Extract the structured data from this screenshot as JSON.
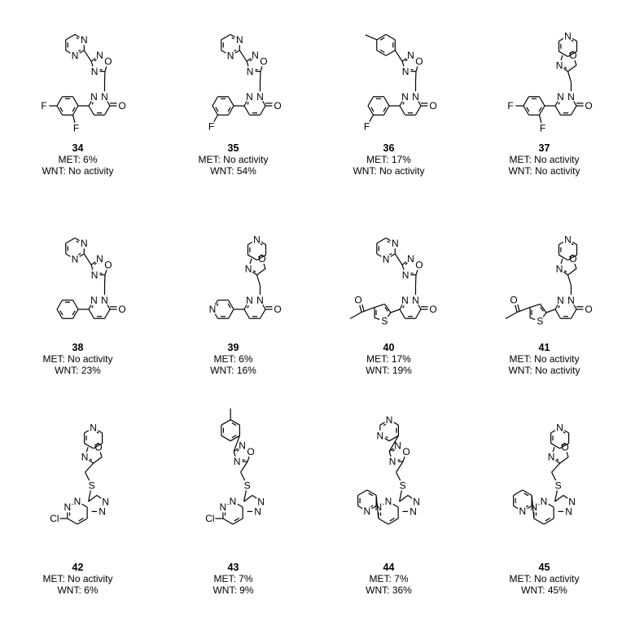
{
  "atoms": {
    "N": "N",
    "O": "O",
    "S": "S",
    "F": "F",
    "Cl": "Cl"
  },
  "compounds": [
    {
      "number": "34",
      "met": "MET: 6%",
      "wnt": "WNT: No activity"
    },
    {
      "number": "35",
      "met": "MET: No activity",
      "wnt": "WNT: 54%"
    },
    {
      "number": "36",
      "met": "MET: 17%",
      "wnt": "WNT: No activity"
    },
    {
      "number": "37",
      "met": "MET: No activity",
      "wnt": "WNT: No activity"
    },
    {
      "number": "38",
      "met": "MET: No activity",
      "wnt": "WNT: 23%"
    },
    {
      "number": "39",
      "met": "MET: 6%",
      "wnt": "WNT: 16%"
    },
    {
      "number": "40",
      "met": "MET: 17%",
      "wnt": "WNT: 19%"
    },
    {
      "number": "41",
      "met": "MET: No activity",
      "wnt": "WNT: No activity"
    },
    {
      "number": "42",
      "met": "MET: No activity",
      "wnt": "WNT: 6%"
    },
    {
      "number": "43",
      "met": "MET: 7%",
      "wnt": "WNT: 9%"
    },
    {
      "number": "44",
      "met": "MET: 7%",
      "wnt": "WNT: 36%"
    },
    {
      "number": "45",
      "met": "MET: No activity",
      "wnt": "WNT: 45%"
    }
  ]
}
